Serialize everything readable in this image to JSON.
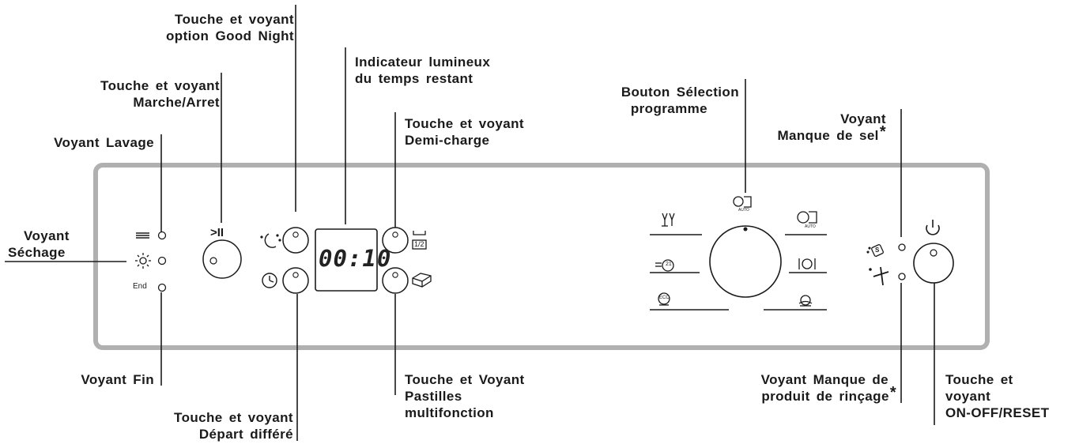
{
  "labels": {
    "good_night": [
      "Touche et voyant",
      "option Good Night"
    ],
    "marche_arret": [
      "Touche et voyant",
      "Marche/Arret"
    ],
    "lavage": [
      "Voyant Lavage"
    ],
    "sechage": [
      "Voyant",
      "Séchage"
    ],
    "fin": [
      "Voyant Fin"
    ],
    "depart_differe": [
      "Touche et voyant",
      "Départ différé"
    ],
    "temps_restant": [
      "Indicateur lumineux",
      "du temps restant"
    ],
    "demi_charge": [
      "Touche et voyant",
      "Demi-charge"
    ],
    "pastilles": [
      "Touche et Voyant",
      "Pastilles",
      "multifonction"
    ],
    "selection_programme": [
      "Bouton Sélection",
      "programme"
    ],
    "manque_sel": [
      "Voyant",
      "Manque de sel"
    ],
    "manque_rincage": [
      "Voyant Manque de",
      "produit de rinçage"
    ],
    "on_off": [
      "Touche et",
      "voyant",
      "ON-OFF/RESET"
    ]
  },
  "footnote_mark": "*",
  "panel": {
    "display_value": "00:10",
    "play_pause_symbol": ">II",
    "end_text": "End",
    "half_load_text": "1/2",
    "auto_text": "AUTO",
    "eco_text": "ECO",
    "p21_text": "21",
    "salt_text": "S"
  },
  "colors": {
    "ink": "#1a1a1a",
    "panel_border": "#b0b0b0"
  },
  "icons": {
    "wash": "wash-lines-icon",
    "dry": "sun-icon",
    "play_pause": "play-pause-icon",
    "moon": "moon-icon",
    "clock": "clock-icon",
    "half_load": "half-load-icon",
    "tablet": "tablet-icon",
    "power": "power-icon",
    "salt": "salt-icon",
    "rinse": "sparkle-icon"
  }
}
